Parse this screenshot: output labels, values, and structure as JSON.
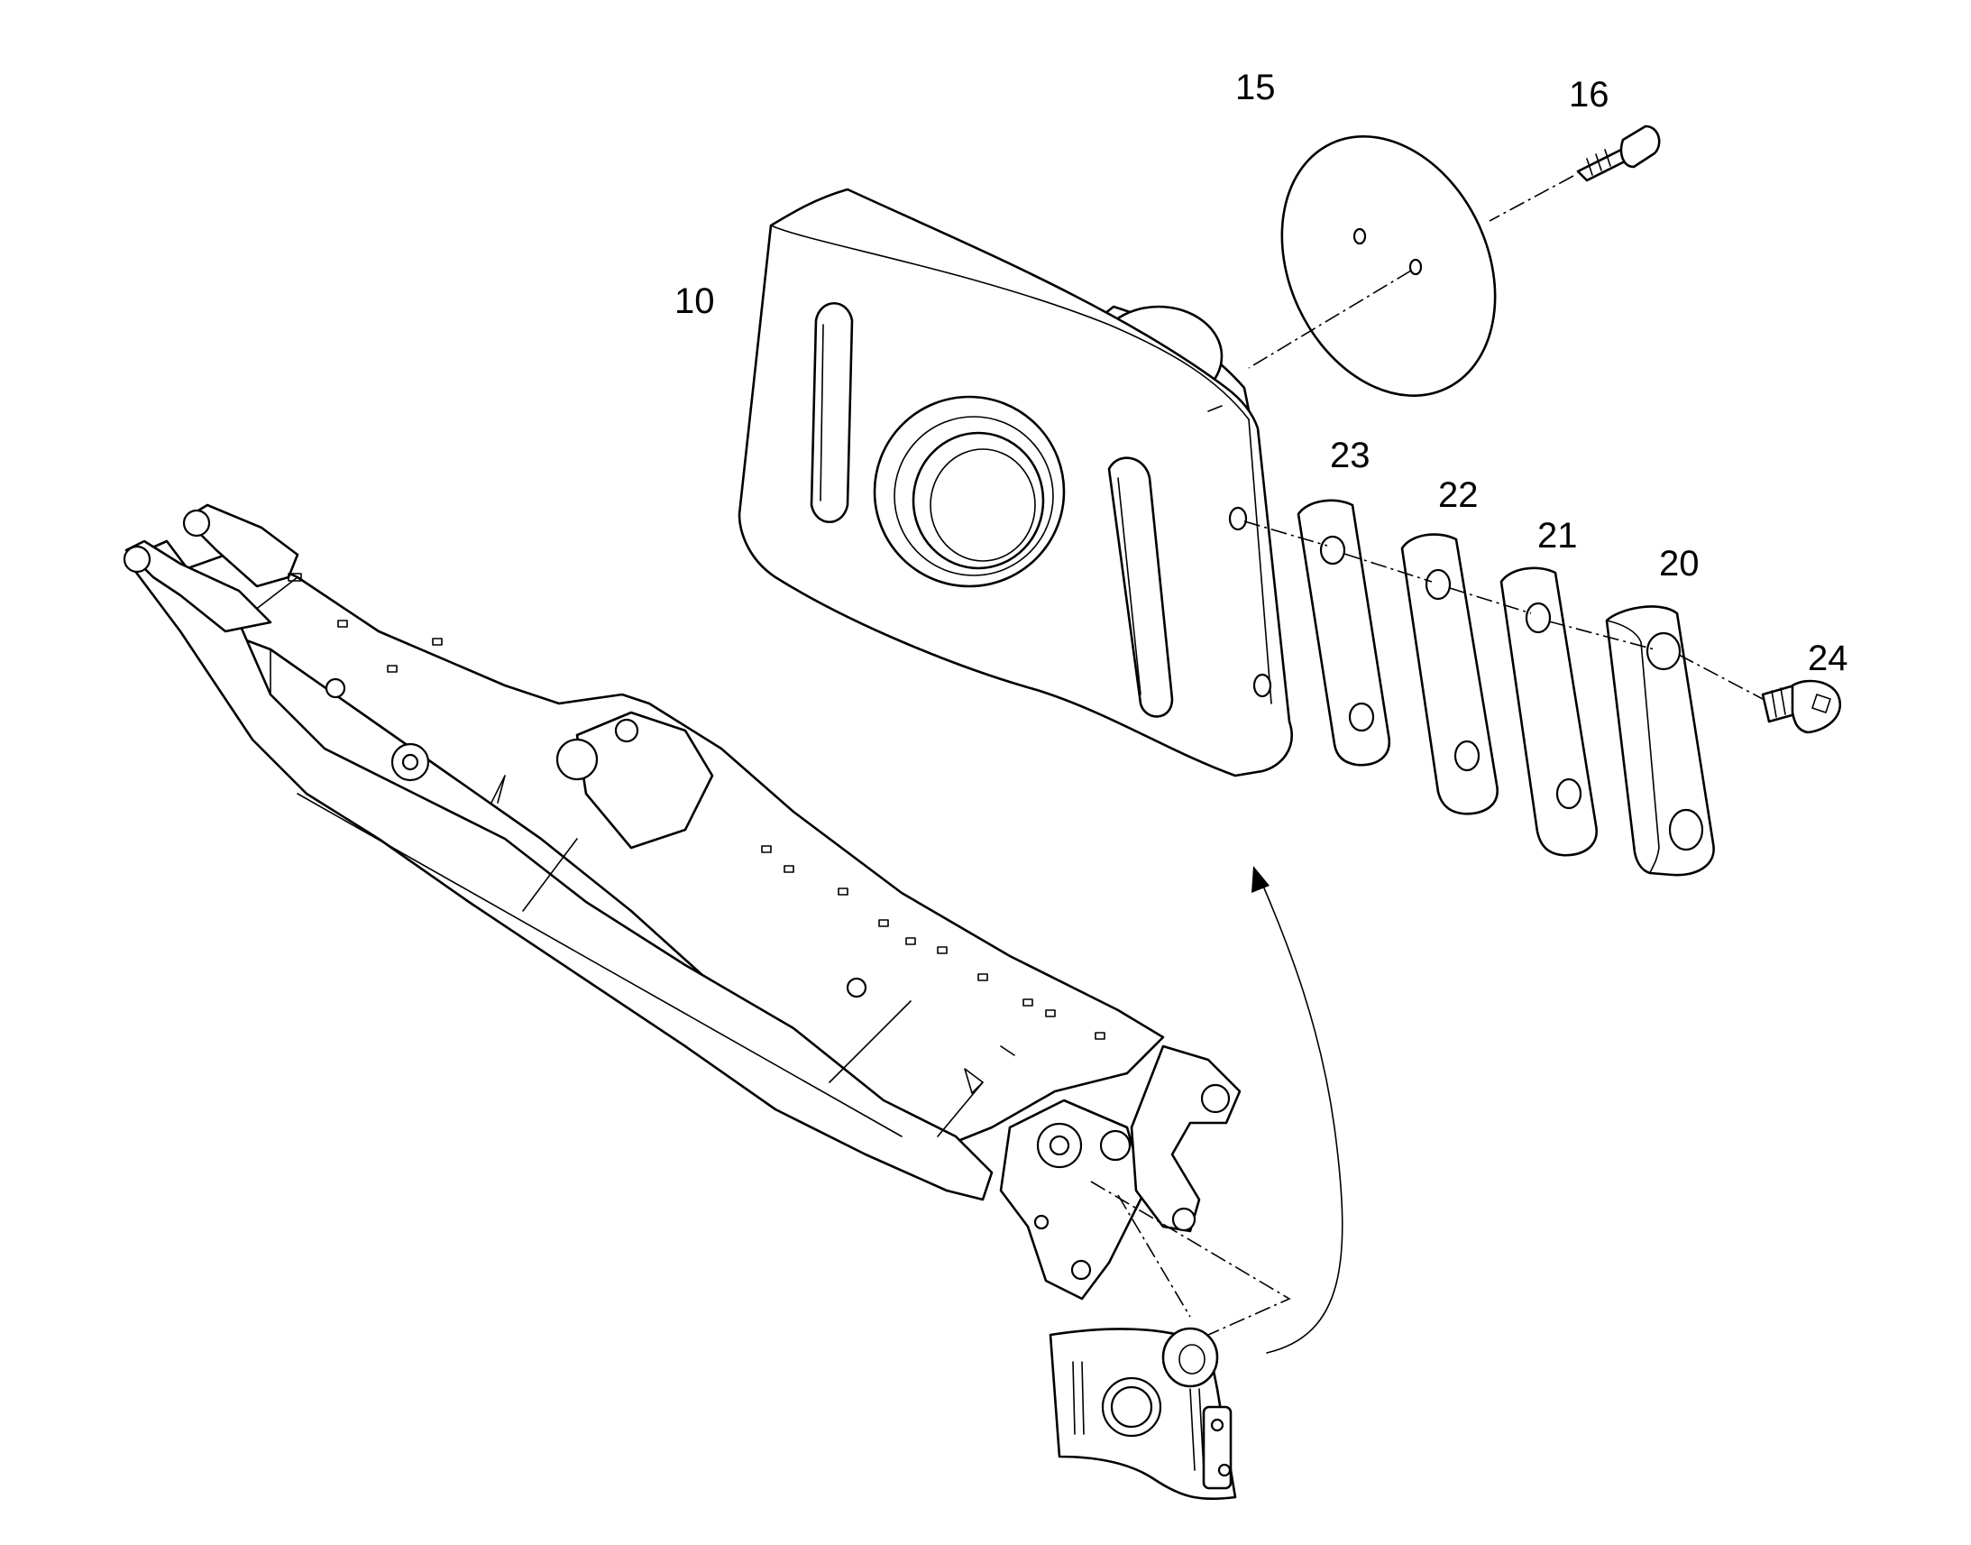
{
  "callouts": {
    "c10": "10",
    "c15": "15",
    "c16": "16",
    "c20": "20",
    "c21": "21",
    "c22": "22",
    "c23": "23",
    "c24": "24"
  },
  "colors": {
    "line": "#000000",
    "background": "#ffffff"
  }
}
